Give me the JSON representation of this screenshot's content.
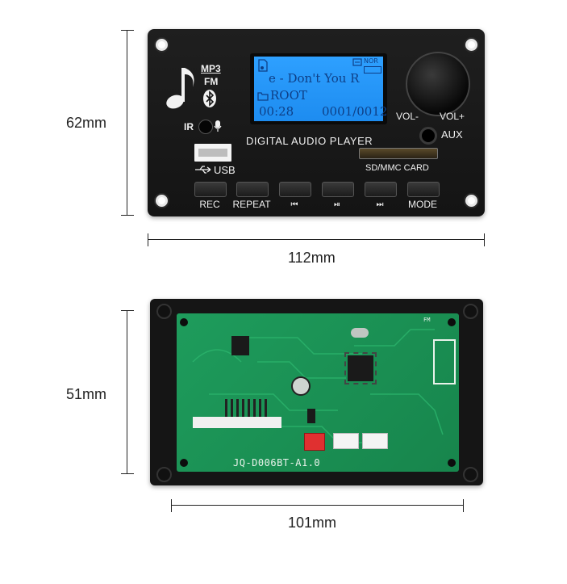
{
  "dimensions": {
    "front_height": "62mm",
    "front_width": "112mm",
    "back_height": "51mm",
    "back_width": "101mm"
  },
  "front": {
    "logo": {
      "mp3": "MP3",
      "fm": "FM"
    },
    "ir_label": "IR",
    "lcd": {
      "track_line": "e - Don't You R",
      "folder_line": "ROOT",
      "time": "00:28",
      "track_count": "0001/0012",
      "mode_badge": "NOR"
    },
    "vol_minus": "VOL-",
    "vol_plus": "VOL+",
    "aux": "AUX",
    "title": "DIGITAL AUDIO PLAYER",
    "usb": "USB",
    "sd_label": "SD/MMC CARD",
    "buttons": [
      {
        "label": "REC"
      },
      {
        "label": "REPEAT"
      },
      {
        "label": "⏮"
      },
      {
        "label": "⏯"
      },
      {
        "label": "⏭"
      },
      {
        "label": "MODE"
      }
    ]
  },
  "back": {
    "model": "JQ-D006BT-A1.0",
    "fm_label": "FM"
  }
}
